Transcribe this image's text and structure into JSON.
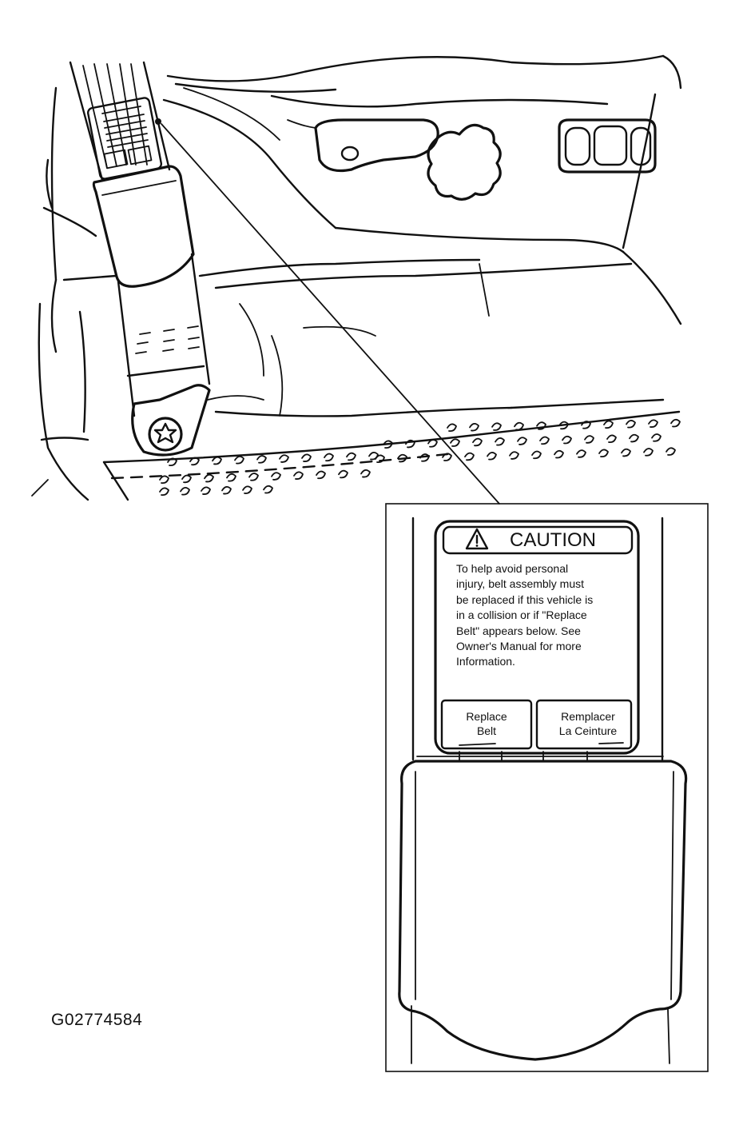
{
  "figure_id": "G02774584",
  "caution_label": {
    "heading": "CAUTION",
    "warning_symbol": "warning-triangle-icon",
    "body_lines": [
      "To help avoid personal",
      "injury, belt assembly must",
      "be replaced if this vehicle is",
      "in a collision or if \"Replace",
      "Belt\" appears below.  See",
      "Owner's Manual for more",
      "Information."
    ],
    "box_left_lines": [
      "Replace",
      "Belt"
    ],
    "box_right_lines": [
      "Remplacer",
      "La Ceinture"
    ]
  },
  "colors": {
    "ink": "#111111",
    "background": "#ffffff"
  }
}
